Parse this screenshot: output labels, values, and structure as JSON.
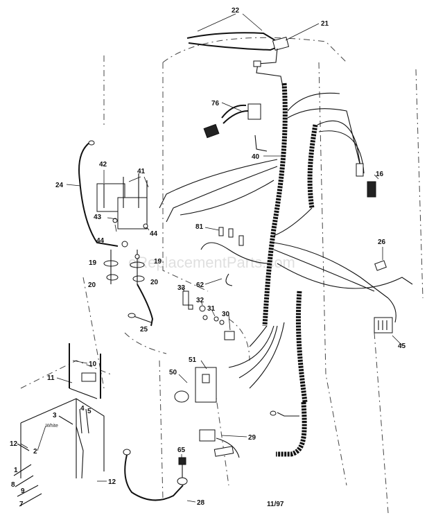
{
  "diagram": {
    "watermark": "eReplacementParts.com",
    "date_code": "11/97",
    "white_wire_label": "White",
    "part_labels": {
      "p22": "22",
      "p21": "21",
      "p76": "76",
      "p40": "40",
      "p16": "16",
      "p42": "42",
      "p41": "41",
      "p24": "24",
      "p43": "43",
      "p44a": "44",
      "p44b": "44",
      "p81": "81",
      "p19a": "19",
      "p19b": "19",
      "p20a": "20",
      "p20b": "20",
      "p25": "25",
      "p26": "26",
      "p62": "62",
      "p33": "33",
      "p32": "32",
      "p31": "31",
      "p30": "30",
      "p45": "45",
      "p10": "10",
      "p11": "11",
      "p51": "51",
      "p50": "50",
      "p3": "3",
      "p4": "4",
      "p5": "5",
      "p2": "2",
      "p12a": "12",
      "p12b": "12",
      "p1": "1",
      "p8": "8",
      "p9": "9",
      "p7": "7",
      "p65": "65",
      "p29": "29",
      "p28": "28"
    }
  }
}
